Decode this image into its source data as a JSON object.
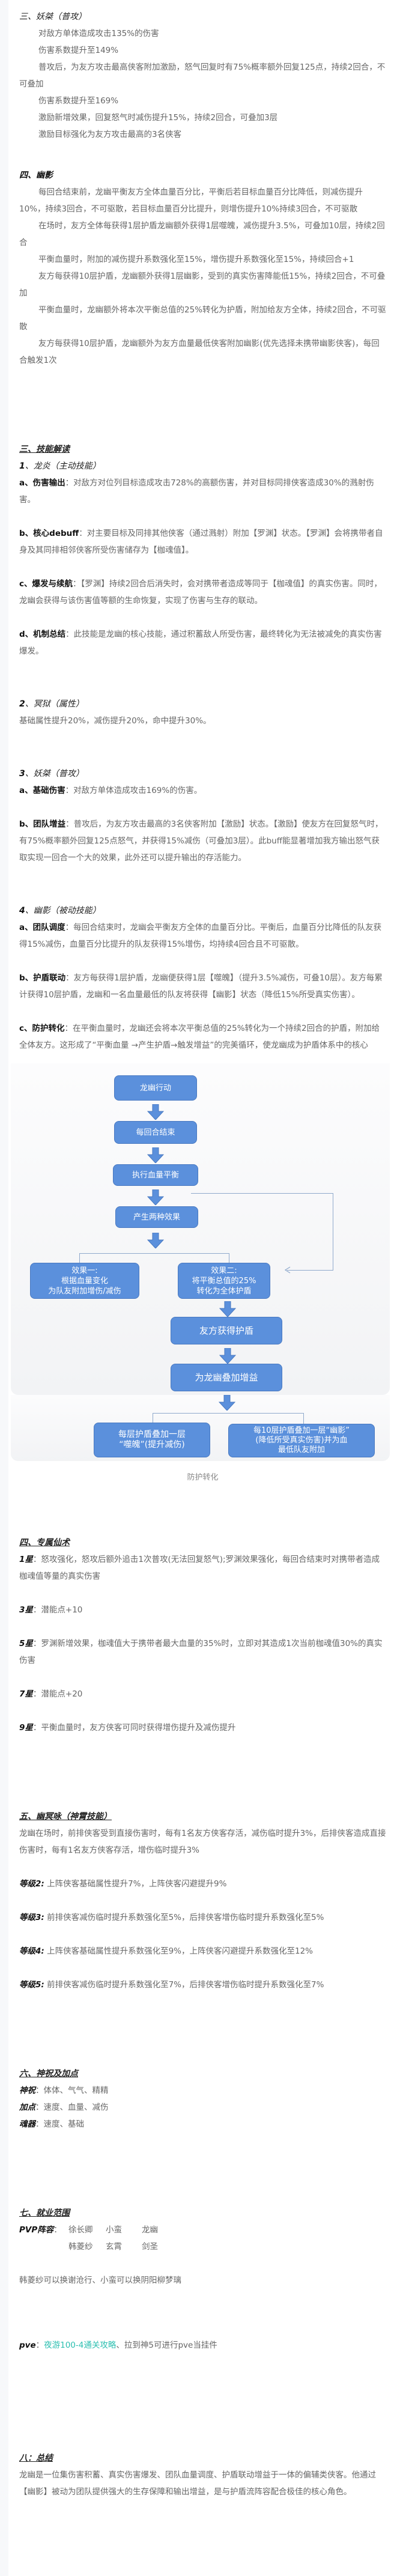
{
  "section3_orig": {
    "title": "三、妖桀（普攻）",
    "lines": [
      "对敌方单体造成攻击135%的伤害",
      "伤害系数提升至149%",
      "普攻后，为友方攻击最高侠客附加激励，怒气回复时有75%概率额外回复125点，持续2回合，不可叠加",
      "伤害系数提升至169%",
      "激励新增效果，回复怒气时减伤提升15%，持续2回合，可叠加3层",
      "激励目标强化为友方攻击最高的3名侠客"
    ]
  },
  "section4_orig": {
    "title": "四、幽影",
    "lines": [
      "每回合结束前，龙幽平衡友方全体血量百分比，平衡后若目标血量百分比降低，则减伤提升10%，持续3回合，不可驱散，若目标血量百分比提升，则增伤提升10%持续3回合，不可驱散",
      "在场时，友方全体每获得1层护盾龙幽额外获得1层噬魄，减伤提升3.5%，可叠加10层，持续2回合",
      "平衡血量时，附加的减伤提升系数强化至15%，增伤提升系数强化至15%，持续回合+1",
      "友方每获得10层护盾，龙幽额外获得1层幽影，受到的真实伤害降能低15%，持续2回合，不可叠加",
      "平衡血量时，龙幽额外将本次平衡总值的25%转化为护盾，附加给友方全体，持续2回合，不可驱散",
      "友方每获得10层护盾，龙幽额外为友方血量最低侠客附加幽影(优先选择未携带幽影侠客)，每回合触发1次"
    ]
  },
  "analysis": {
    "title": "三、技能解读",
    "skill1": {
      "num": "1",
      "title": "、龙炎（主动技能）",
      "items": [
        {
          "label": "a、伤害输出",
          "text": "：对敌方对位列目标造成攻击728%的高额伤害，并对目标同排侠客造成30%的溅射伤害。"
        },
        {
          "label": "b、核心debuff",
          "text": "：对主要目标及同排其他侠客（通过溅射）附加【罗渊】状态。【罗渊】会将携带者自身及其同排相邻侠客所受伤害储存为【枷魂值】。"
        },
        {
          "label": "c、爆发与续航",
          "text": "：【罗渊】持续2回合后消失时，会对携带者造成等同于【枷魂值】的真实伤害。同时，龙幽会获得与该伤害值等额的生命恢复，实现了伤害与生存的联动。"
        },
        {
          "label": "d、机制总结",
          "text": "：此技能是龙幽的核心技能，通过积蓄敌人所受伤害，最终转化为无法被减免的真实伤害爆发。"
        }
      ]
    },
    "skill2": {
      "num": "2",
      "title": "、冥狱（属性）",
      "text": "基础属性提升20%，减伤提升20%，命中提升30%。"
    },
    "skill3": {
      "num": "3",
      "title": "、妖桀（普攻）",
      "items": [
        {
          "label": "a、基础伤害",
          "text": "：对敌方单体造成攻击169%的伤害。"
        },
        {
          "label": "b、团队增益",
          "text": "：普攻后，为友方攻击最高的3名侠客附加【激励】状态。【激励】使友方在回复怒气时，有75%概率额外回复125点怒气，并获得15%减伤（可叠加3层）。此buff能显著增加我方输出怒气获取实现一回合一个大的效果，此外还可以提升输出的存活能力。"
        }
      ]
    },
    "skill4": {
      "num": "4",
      "title": "、幽影（被动技能）",
      "items": [
        {
          "label": "a、团队调度",
          "text": "：每回合结束时，龙幽会平衡友方全体的血量百分比。平衡后，血量百分比降低的队友获得15%减伤，血量百分比提升的队友获得15%增伤，均持续4回合且不可驱散。"
        },
        {
          "label": "b、护盾联动",
          "text": "：友方每获得1层护盾，龙幽便获得1层【噬魄】（提升3.5%减伤，可叠10层）。友方每累计获得10层护盾，龙幽和一名血量最低的队友将获得【幽影】状态（降低15%所受真实伤害）。"
        },
        {
          "label": "c、防护转化",
          "text": "：在平衡血量时，龙幽还会将本次平衡总值的25%转化为一个持续2回合的护盾，附加给全体友方。这形成了“平衡血量 →产生护盾→触发增益”的完美循环，使龙幽成为护盾体系中的核心"
        }
      ]
    }
  },
  "flowchart": {
    "caption": "防护转化",
    "nodes": {
      "start": "龙幽行动",
      "round_end": "每回合结束",
      "balance": "执行血量平衡",
      "two_effects": "产生两种效果",
      "effect1": "效果一:\n根据血量变化\n为队友附加增伤/减伤",
      "effect2": "效果二:\n将平衡总值的25%\n转化为全体护盾",
      "shield": "友方获得护盾",
      "buff": "为龙幽叠加增益",
      "layer1": "每层护盾叠加一层\n“噬魄”(提升减伤)",
      "layer10": "每10层护盾叠加一层“幽影”\n(降低所受真实伤害)并为血\n最低队友附加"
    },
    "colors": {
      "box": "#5b90dc",
      "box_border": "#4878c0",
      "line": "#8fa9cc"
    }
  },
  "exclusive": {
    "title": "四、专属仙术",
    "stars": [
      {
        "label": "1星",
        "text": "：怒攻强化，怒攻后额外追击1次普攻(无法回复怒气);罗渊效果强化，每回合结束时对携带者造成枷魂值等量的真实伤害"
      },
      {
        "label": "3星",
        "text": "：潜能点+10"
      },
      {
        "label": "5星",
        "text": "：罗渊新增效果，枷魂值大于携带者最大血量的35%时，立即对其造成1次当前枷魂值30%的真实伤害"
      },
      {
        "label": "7星",
        "text": "：潜能点+20"
      },
      {
        "label": "9星",
        "text": "：平衡血量时，友方侠客可同时获得增伤提升及减伤提升"
      }
    ]
  },
  "divine": {
    "title": "五、幽冥咏（神霄技能）",
    "intro": "龙幽在场时，前排侠客受到直接伤害时，每有1名友方侠客存活，减伤临时提升3%，后排侠客造成直接伤害时，每有1名友方侠客存活，增伤临时提升3%",
    "levels": [
      {
        "label": "等级2:",
        "text": " 上阵侠客基础属性提升7%，上阵侠客闪避提升9%"
      },
      {
        "label": "等级3:",
        "text": " 前排侠客减伤临时提升系数强化至5%，后排侠客增伤临时提升系数强化至5%"
      },
      {
        "label": "等级4:",
        "text": " 上阵侠客基础属性提升系数强化至9%，上阵侠客闪避提升系数强化至12%"
      },
      {
        "label": "等级5:",
        "text": " 前排侠客减伤临时提升系数强化至7%，后排侠客增伤临时提升系数强化至7%"
      }
    ]
  },
  "blessing": {
    "title": "六、神祝及加点",
    "rows": [
      {
        "label": "神祝",
        "text": "：体体、气气、精精"
      },
      {
        "label": "加点",
        "text": "：速度、血量、减伤"
      },
      {
        "label": "魂器",
        "text": "：速度、基础"
      }
    ]
  },
  "usage": {
    "title": "七、就业范围",
    "pvp_label": "PVP阵容",
    "pvp_colon": "：",
    "pvp_row1": [
      "徐长卿",
      "小蛮",
      "龙幽"
    ],
    "pvp_row2": [
      "韩菱纱",
      "玄霄",
      "剑圣"
    ],
    "note": "韩菱纱可以换谢沧行、小蛮可以换阴阳柳梦璃",
    "pve_label": "pve",
    "pve_colon": "：",
    "pve_link": "夜游100-4通关攻略",
    "pve_text": "、拉到神5可进行pve当挂件",
    "link_color": "#2bbfb0"
  },
  "summary": {
    "title": "八：总结",
    "text": "龙幽是一位集伤害积蓄、真实伤害爆发、团队血量调度、护盾联动增益于一体的偏辅类侠客。他通过【幽影】被动为团队提供强大的生存保障和输出增益，是与护盾流阵容配合极佳的核心角色。"
  }
}
